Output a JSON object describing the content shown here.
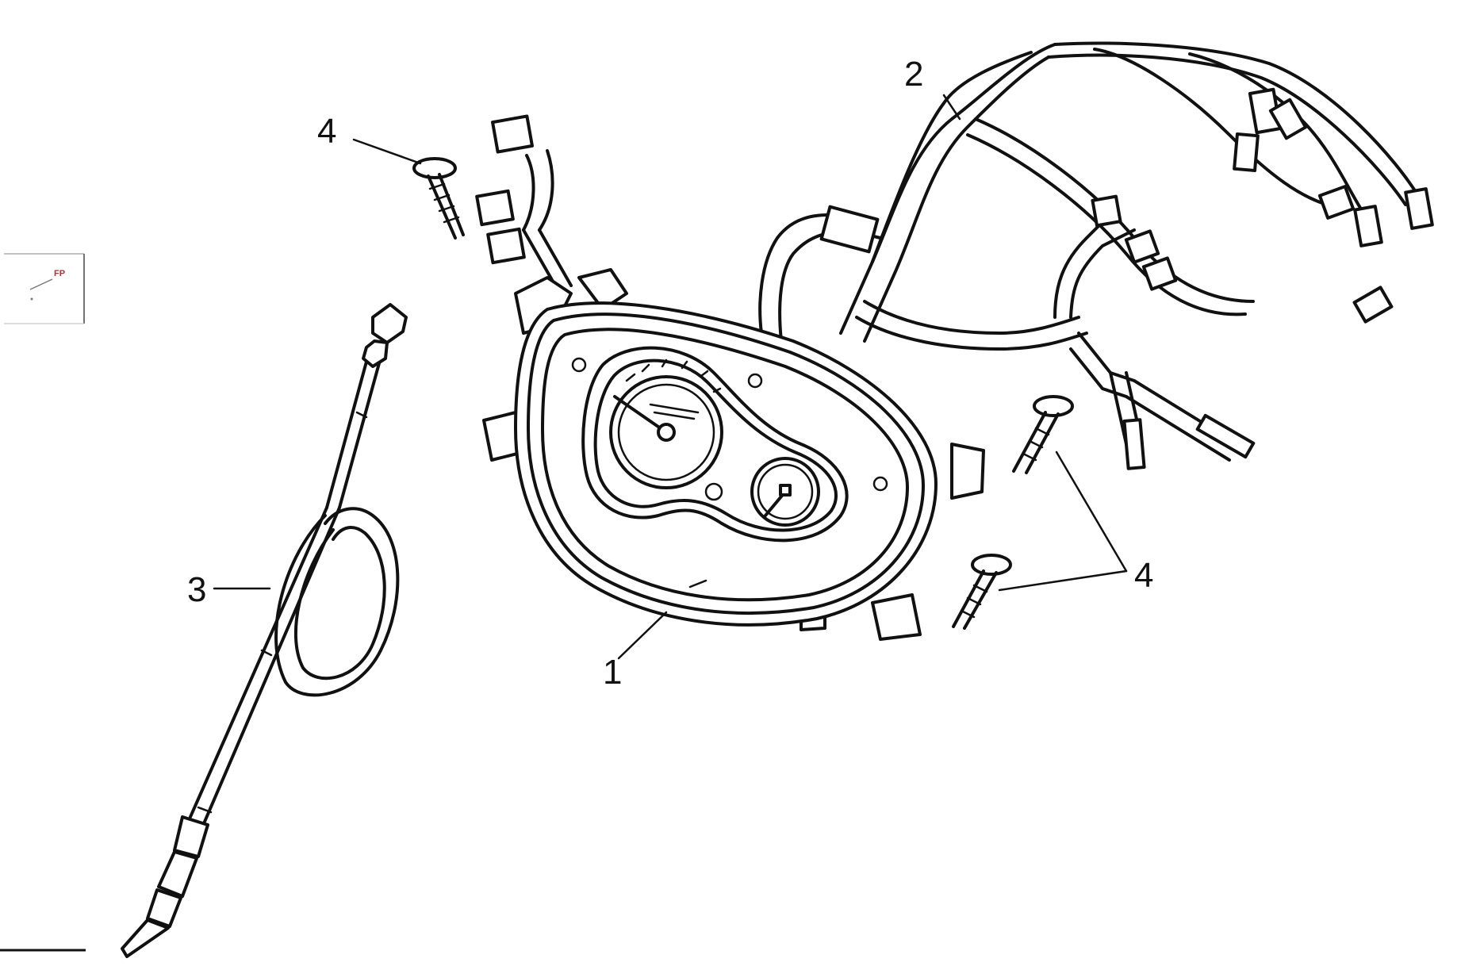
{
  "callouts": {
    "one": "1",
    "two": "2",
    "three": "3",
    "four_top": "4",
    "four_right": "4"
  },
  "thumbnail": {
    "text": "FP"
  }
}
